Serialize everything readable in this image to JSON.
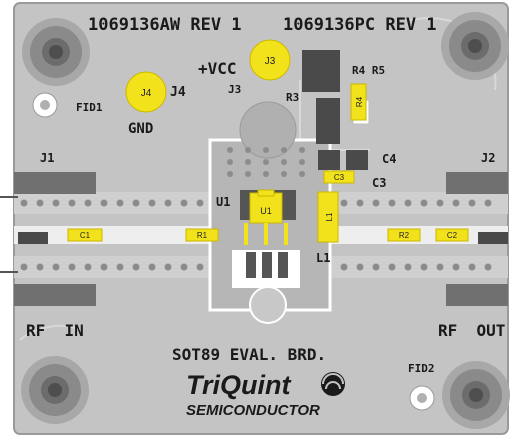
{
  "board": {
    "header_left": "1069136AW REV 1",
    "header_right": "1069136PC REV 1",
    "title": "SOT89 EVAL. BRD.",
    "brand_name": "TriQuint",
    "brand_sub": "SEMICONDUCTOR",
    "colors": {
      "board": "#c4c4c4",
      "board_edge": "#9a9a9a",
      "trace": "#eeeeee",
      "component": "#f2e21c",
      "connector": "#4a4a4a",
      "via": "#8c8c8c"
    }
  },
  "silkscreen": {
    "vcc": "+VCC",
    "gnd": "GND",
    "rf_in": "RF  IN",
    "rf_out": "RF  OUT",
    "fid1": "FID1",
    "fid2": "FID2",
    "j1": "J1",
    "j2": "J2",
    "j3": "J3",
    "j4": "J4",
    "u1": "U1",
    "l1": "L1",
    "r3": "R3",
    "r4r5": "R4 R5",
    "c3": "C3",
    "c4": "C4"
  },
  "components": {
    "j3": "J3",
    "j4": "J4",
    "u1": "U1",
    "c1": "C1",
    "c2": "C2",
    "c3": "C3",
    "r1": "R1",
    "r2": "R2",
    "r4": "R4",
    "l1": "L1"
  }
}
